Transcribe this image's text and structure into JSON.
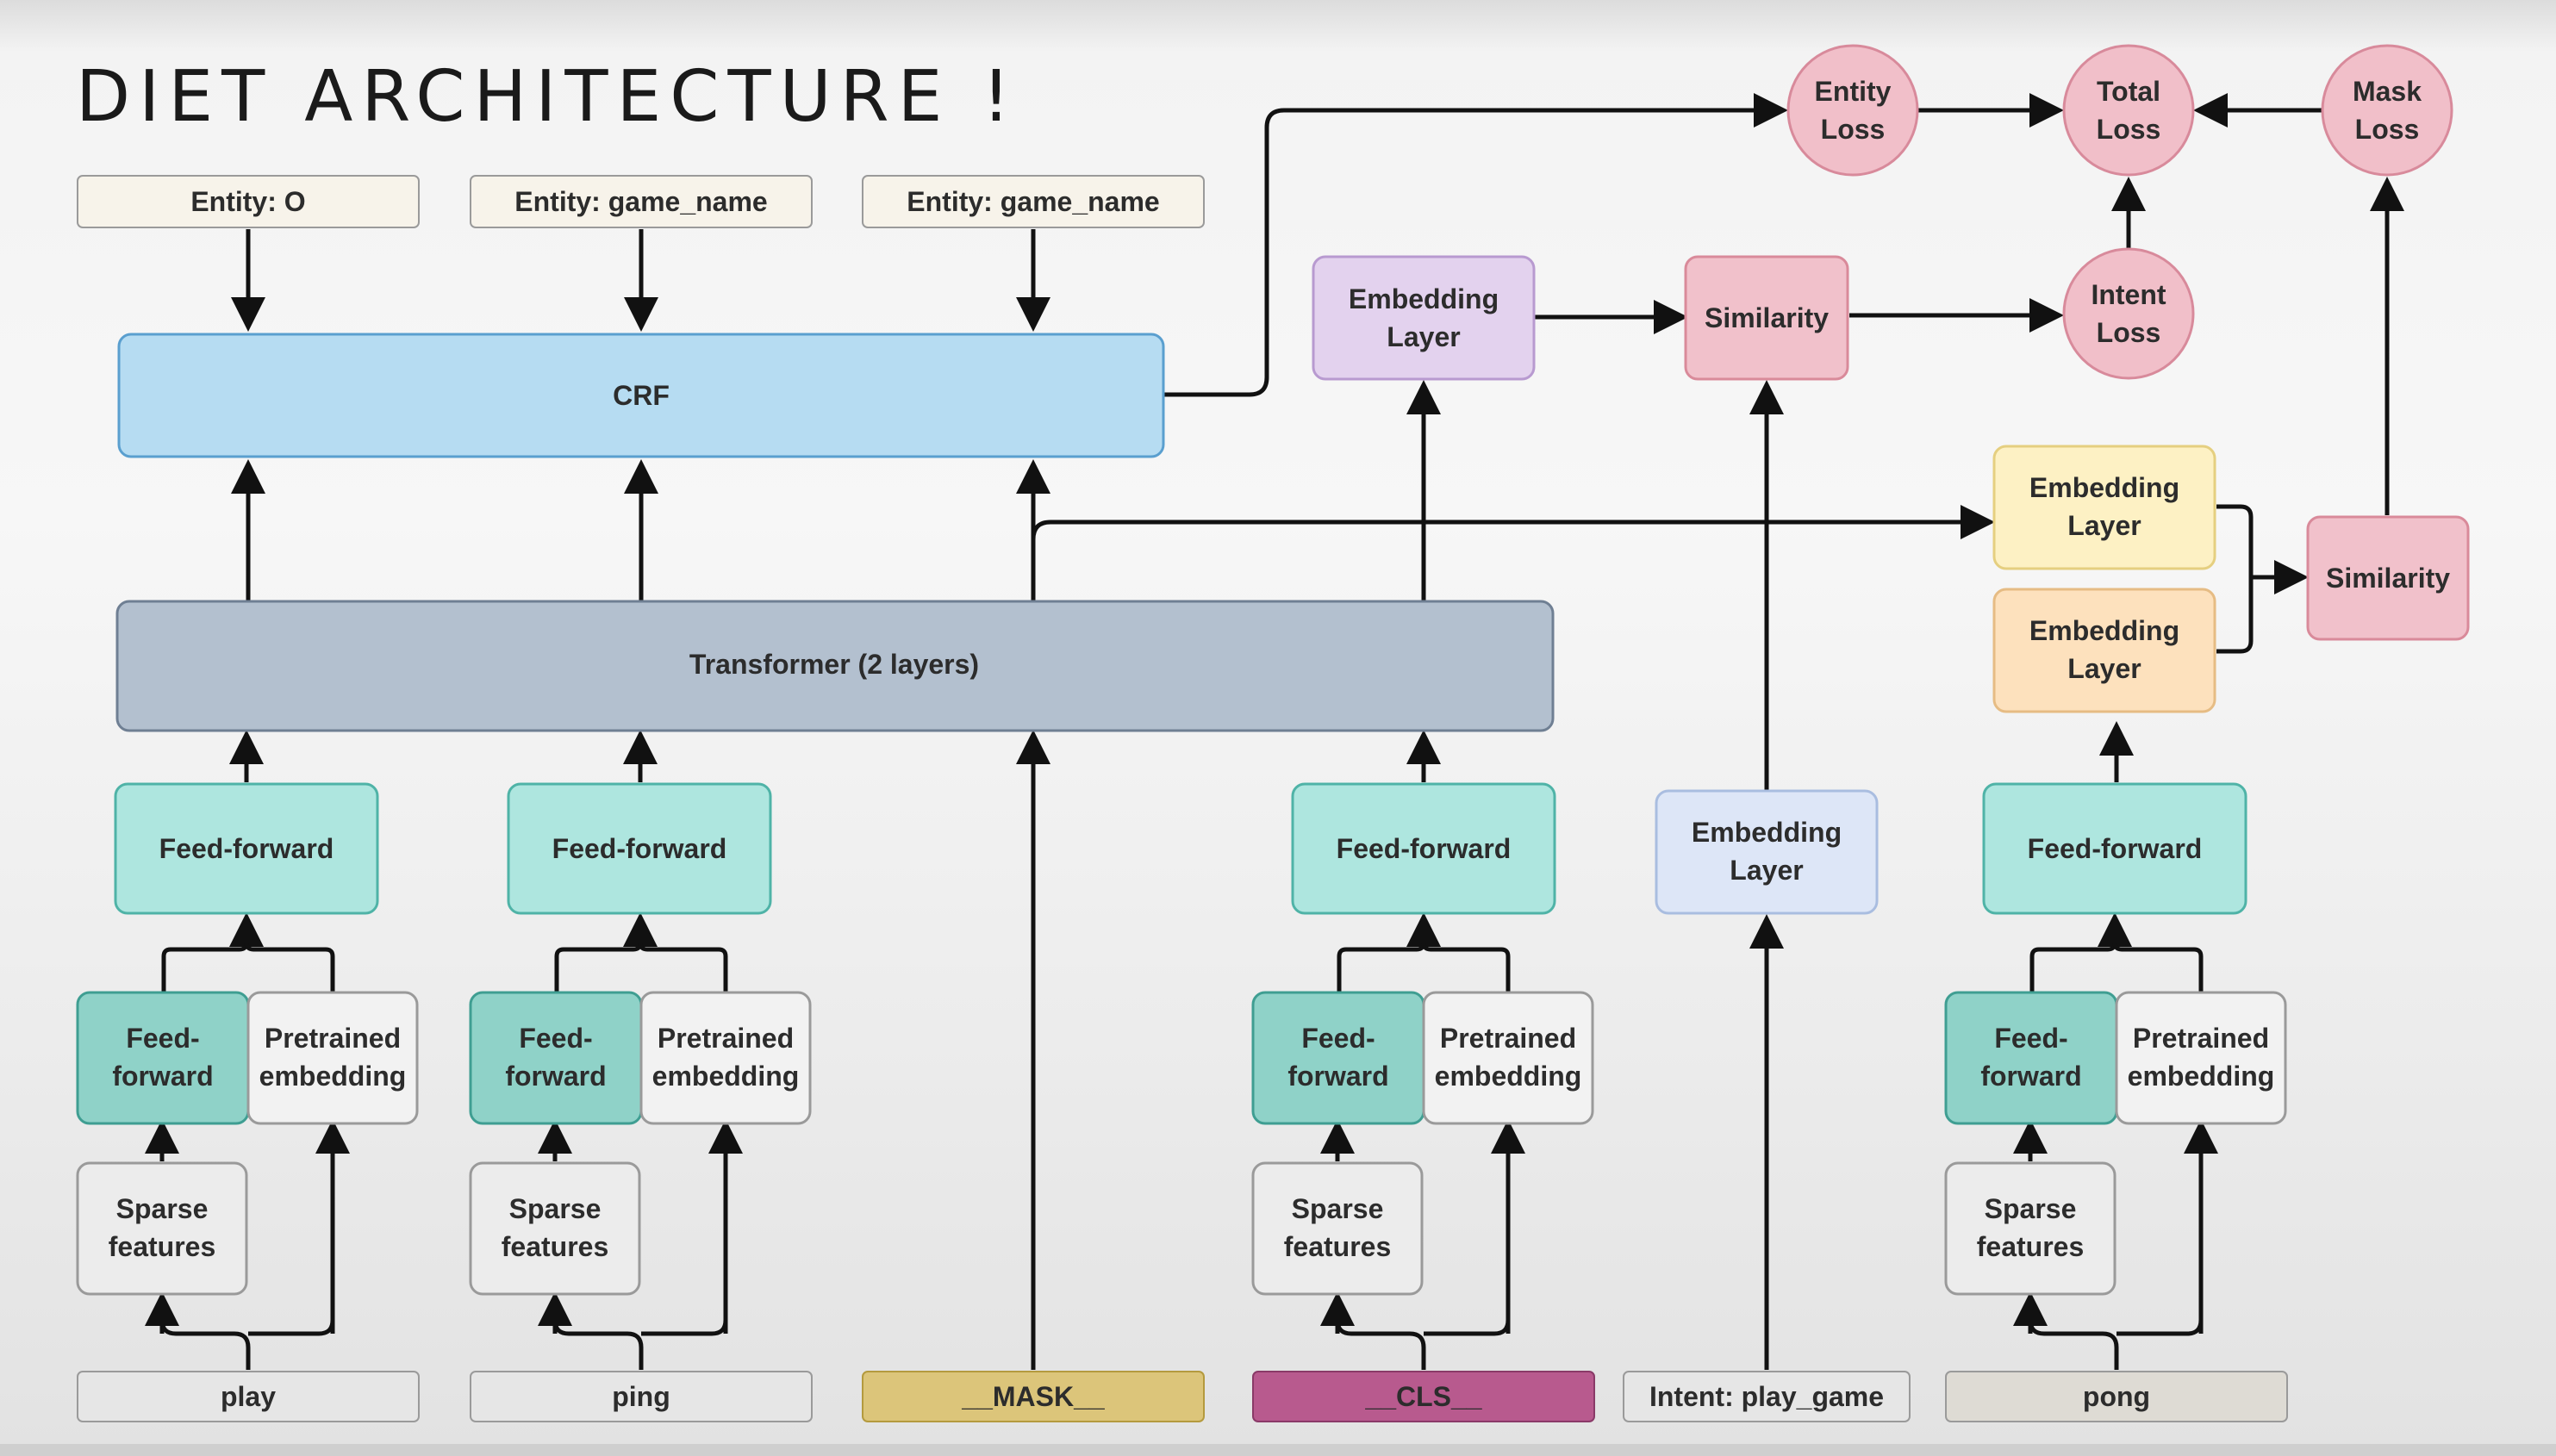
{
  "title": "DIET ARCHITECTURE !",
  "colors": {
    "entity_box": "#f7f3ea",
    "crf": "#b6dcf2",
    "transformer": "#b3c0cf",
    "feed_forward": "#aee6df",
    "feed_forward_dark": "#8fd2c8",
    "pretrained": "#f2f2f2",
    "sparse": "#ececec",
    "token": "#e6e6e6",
    "mask_token": "#dcc57a",
    "cls_token": "#b85a8e",
    "embedding_purple": "#e3d2ee",
    "embedding_blue": "#dde6f7",
    "embedding_yellow": "#fdf1c4",
    "embedding_orange": "#fde1bd",
    "similarity": "#f1c1cb",
    "loss": "#f1bfc9"
  },
  "entities": [
    "Entity: O",
    "Entity: game_name",
    "Entity: game_name"
  ],
  "crf_label": "CRF",
  "transformer_label": "Transformer (2 layers)",
  "feed_forward_label": "Feed-forward",
  "feed_forward_small": [
    "Feed-",
    "forward"
  ],
  "pretrained_embedding": [
    "Pretrained",
    "embedding"
  ],
  "sparse_features": [
    "Sparse",
    "features"
  ],
  "tokens": {
    "play": "play",
    "ping": "ping",
    "mask": "__MASK__",
    "cls": "__CLS__",
    "intent": "Intent: play_game",
    "pong": "pong"
  },
  "embedding_layer": [
    "Embedding",
    "Layer"
  ],
  "similarity_label": "Similarity",
  "losses": {
    "entity": [
      "Entity",
      "Loss"
    ],
    "total": [
      "Total",
      "Loss"
    ],
    "mask": [
      "Mask",
      "Loss"
    ],
    "intent": [
      "Intent",
      "Loss"
    ]
  }
}
